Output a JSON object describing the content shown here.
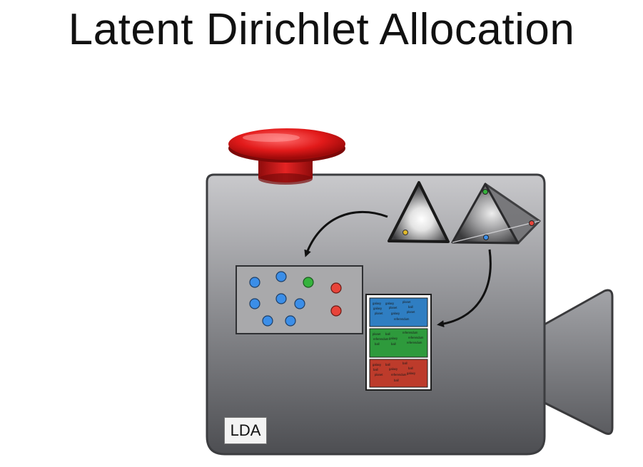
{
  "title": "Latent Dirichlet Allocation",
  "badge": "LDA",
  "colors": {
    "camera_body": "#5a5b5f",
    "button_red": "#e01818",
    "topic_blue": "#2f7ec2",
    "topic_green": "#2e9a3c",
    "topic_red": "#bd3b2b",
    "dot_blue": "#3b8ee8",
    "dot_green": "#35b33c",
    "dot_red": "#e8443a"
  },
  "icons": [
    "record-button-icon",
    "video-camera-icon",
    "dirichlet-triangle-icon",
    "arrow-icon"
  ],
  "topics": [
    {
      "name": "blue-topic",
      "words": [
        "galaxy",
        "galaxy",
        "planet",
        "galaxy",
        "planet",
        "ball",
        "planet",
        "galaxy",
        "planet",
        "referendum"
      ]
    },
    {
      "name": "green-topic",
      "words": [
        "planet",
        "ball",
        "referendum",
        "referendum",
        "galaxy",
        "referendum",
        "ball",
        "ball",
        "referendum"
      ]
    },
    {
      "name": "red-topic",
      "words": [
        "galaxy",
        "ball",
        "ball",
        "ball",
        "galaxy",
        "ball",
        "planet",
        "referendum",
        "galaxy",
        "ball"
      ]
    }
  ]
}
